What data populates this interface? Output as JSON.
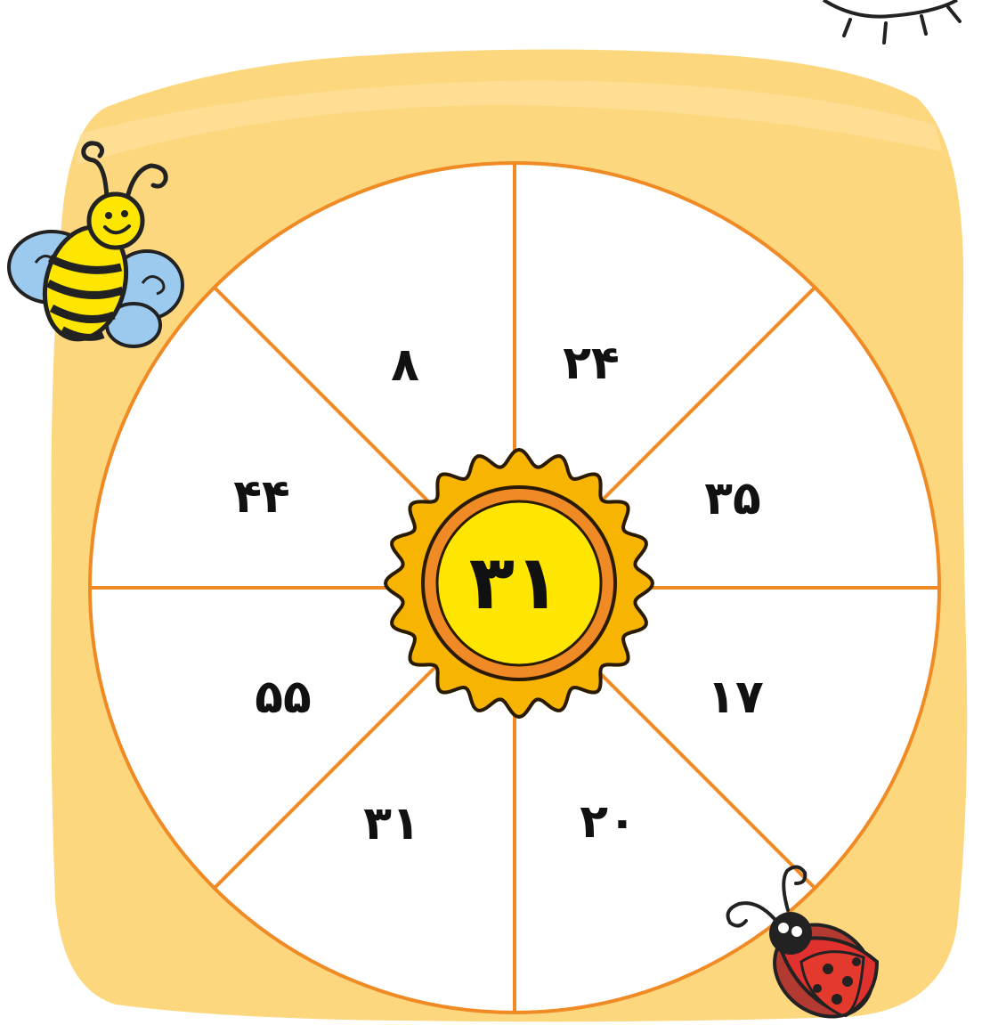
{
  "center": {
    "value": "۳۱"
  },
  "segments": [
    {
      "label": "۲۴"
    },
    {
      "label": "۳۵"
    },
    {
      "label": "۱۷"
    },
    {
      "label": "۲۰"
    },
    {
      "label": "۳۱"
    },
    {
      "label": "۵۵"
    },
    {
      "label": "۴۴"
    },
    {
      "label": "۸"
    }
  ],
  "colors": {
    "paper": "#fcd77e",
    "line": "#f08a24",
    "sun_outer": "#f7b400",
    "sun_inner": "#ffe600",
    "ring": "#f08a24"
  },
  "decorations": [
    "bee-icon",
    "ladybug-icon",
    "sun-corner-icon"
  ]
}
